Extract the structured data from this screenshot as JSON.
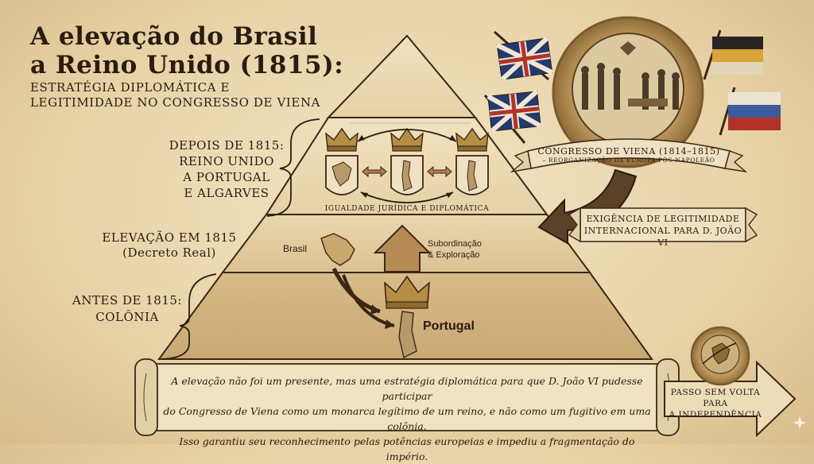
{
  "title": {
    "line1": "A elevação do Brasil",
    "line2": "a Reino Unido (1815):",
    "subtitle1": "ESTRATÉGIA DIPLOMÁTICA E",
    "subtitle2": "LEGITIMIDADE NO CONGRESSO DE VIENA"
  },
  "levels": {
    "after": {
      "line1": "DEPOIS DE 1815:",
      "line2": "REINO UNIDO",
      "line3": "A PORTUGAL",
      "line4": "E ALGARVES"
    },
    "elevation": {
      "line1": "ELEVAÇÃO EM 1815",
      "line2": "(Decreto Real)"
    },
    "before": {
      "line1": "ANTES DE 1815:",
      "line2": "COLÔNIA"
    }
  },
  "pyramid": {
    "equality_label": "IGUALDADE JURÍDICA E DIPLOMÁTICA",
    "brasil_label": "Brasil",
    "portugal_label": "Portugal",
    "subordination_line1": "Subordinação",
    "subordination_line2": "& Exploração"
  },
  "congress": {
    "ribbon_line1": "CONGRESSO DE VIENA (1814–1815)",
    "ribbon_line2": "– REORGANIZAÇÃO DA EUROPA PÓS-NAPOLEÃO",
    "demand_line1": "EXIGÊNCIA DE LEGITIMIDADE",
    "demand_line2": "INTERNACIONAL PARA D. JOÃO VI"
  },
  "scroll": {
    "line1": "A elevação não foi um presente, mas uma estratégia diplomática para que D. João VI pudesse participar",
    "line2": "do Congresso de Viena como um monarca legítimo de um reino, e não como um fugitivo em uma colônia.",
    "line3": "Isso garantiu seu reconhecimento pelas potências europeias e impediu a fragmentação do império."
  },
  "independence": {
    "line1": "PASSO SEM VOLTA PARA",
    "line2": "A INDEPENDÊNCIA"
  },
  "colors": {
    "parchment": "#e8d3a8",
    "ink": "#2a1c10",
    "band_dark": "#d2b587",
    "band_light": "#ecdcb8",
    "wax": "#b48a4a"
  }
}
